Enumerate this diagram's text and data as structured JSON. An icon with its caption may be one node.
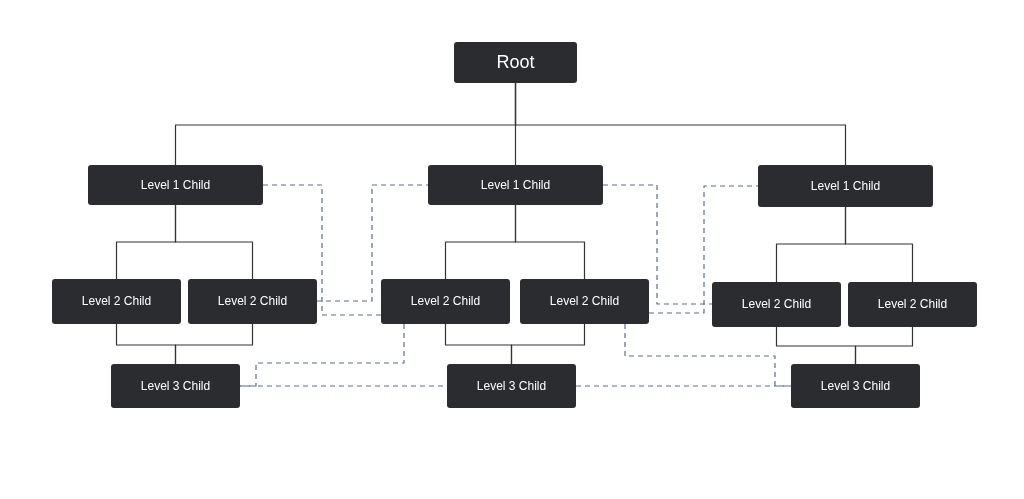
{
  "diagram": {
    "nodes": [
      {
        "text": [
          "Root"
        ]
      },
      {
        "text": [
          "Level 1 Child"
        ]
      },
      {
        "text": [
          "Level 1 Child"
        ]
      },
      {
        "text": [
          "Level 1 Child"
        ]
      },
      {
        "text": [
          "Level 2 Child"
        ]
      },
      {
        "text": [
          "Level 2 Child"
        ]
      },
      {
        "text": [
          "Level 2 Child"
        ]
      },
      {
        "text": [
          "Level 2 Child"
        ]
      },
      {
        "text": [
          "Level 2 Child"
        ]
      },
      {
        "text": [
          "Level 2 Child"
        ]
      },
      {
        "text": [
          "Level 3 Child"
        ]
      },
      {
        "text": [
          "Level 3 Child"
        ]
      },
      {
        "text": [
          "Level 3 Child"
        ]
      }
    ],
    "edges": [
      {
        "from": 0,
        "to": 1,
        "arrow": "none"
      },
      {
        "from": 0,
        "to": 2,
        "arrow": "none"
      },
      {
        "from": 0,
        "to": 3,
        "arrow": "none"
      },
      {
        "from": 1,
        "to": 4,
        "arrow": "none"
      },
      {
        "from": 1,
        "to": 5,
        "arrow": "none"
      },
      {
        "from": 2,
        "to": 6,
        "arrow": "none"
      },
      {
        "from": 2,
        "to": 7,
        "arrow": "none"
      },
      {
        "from": 3,
        "to": 8,
        "arrow": "none"
      },
      {
        "from": 3,
        "to": 9,
        "arrow": "none"
      },
      {
        "from": 4,
        "to": 10,
        "arrow": "none"
      },
      {
        "from": 5,
        "to": 10,
        "arrow": "none"
      },
      {
        "from": 6,
        "to": 11,
        "arrow": "none"
      },
      {
        "from": 7,
        "to": 11,
        "arrow": "none"
      },
      {
        "from": 8,
        "to": 12,
        "arrow": "none"
      },
      {
        "from": 9,
        "to": 12,
        "arrow": "none"
      },
      {
        "from": 1,
        "to": 6,
        "arrow": "none",
        "style": "dashed",
        "color": "#5b6e91"
      },
      {
        "from": 5,
        "to": 2,
        "arrow": "none",
        "style": "dashed",
        "color": "#5b6e91"
      },
      {
        "from": 2,
        "to": 8,
        "arrow": "none",
        "style": "dashed",
        "color": "#5b6e91"
      },
      {
        "from": 7,
        "to": 3,
        "arrow": "none",
        "style": "dashed",
        "color": "#5b6e91"
      },
      {
        "from": 6,
        "to": 10,
        "arrow": "none",
        "style": "dashed",
        "color": "#5b6e91"
      },
      {
        "from": 10,
        "to": 11,
        "arrow": "none",
        "style": "dashed",
        "color": "#5b6e91"
      },
      {
        "from": 7,
        "to": 12,
        "arrow": "none",
        "style": "dashed",
        "color": "#5b6e91"
      },
      {
        "from": 11,
        "to": 12,
        "arrow": "none",
        "style": "dashed",
        "color": "#5b6e91"
      }
    ]
  }
}
